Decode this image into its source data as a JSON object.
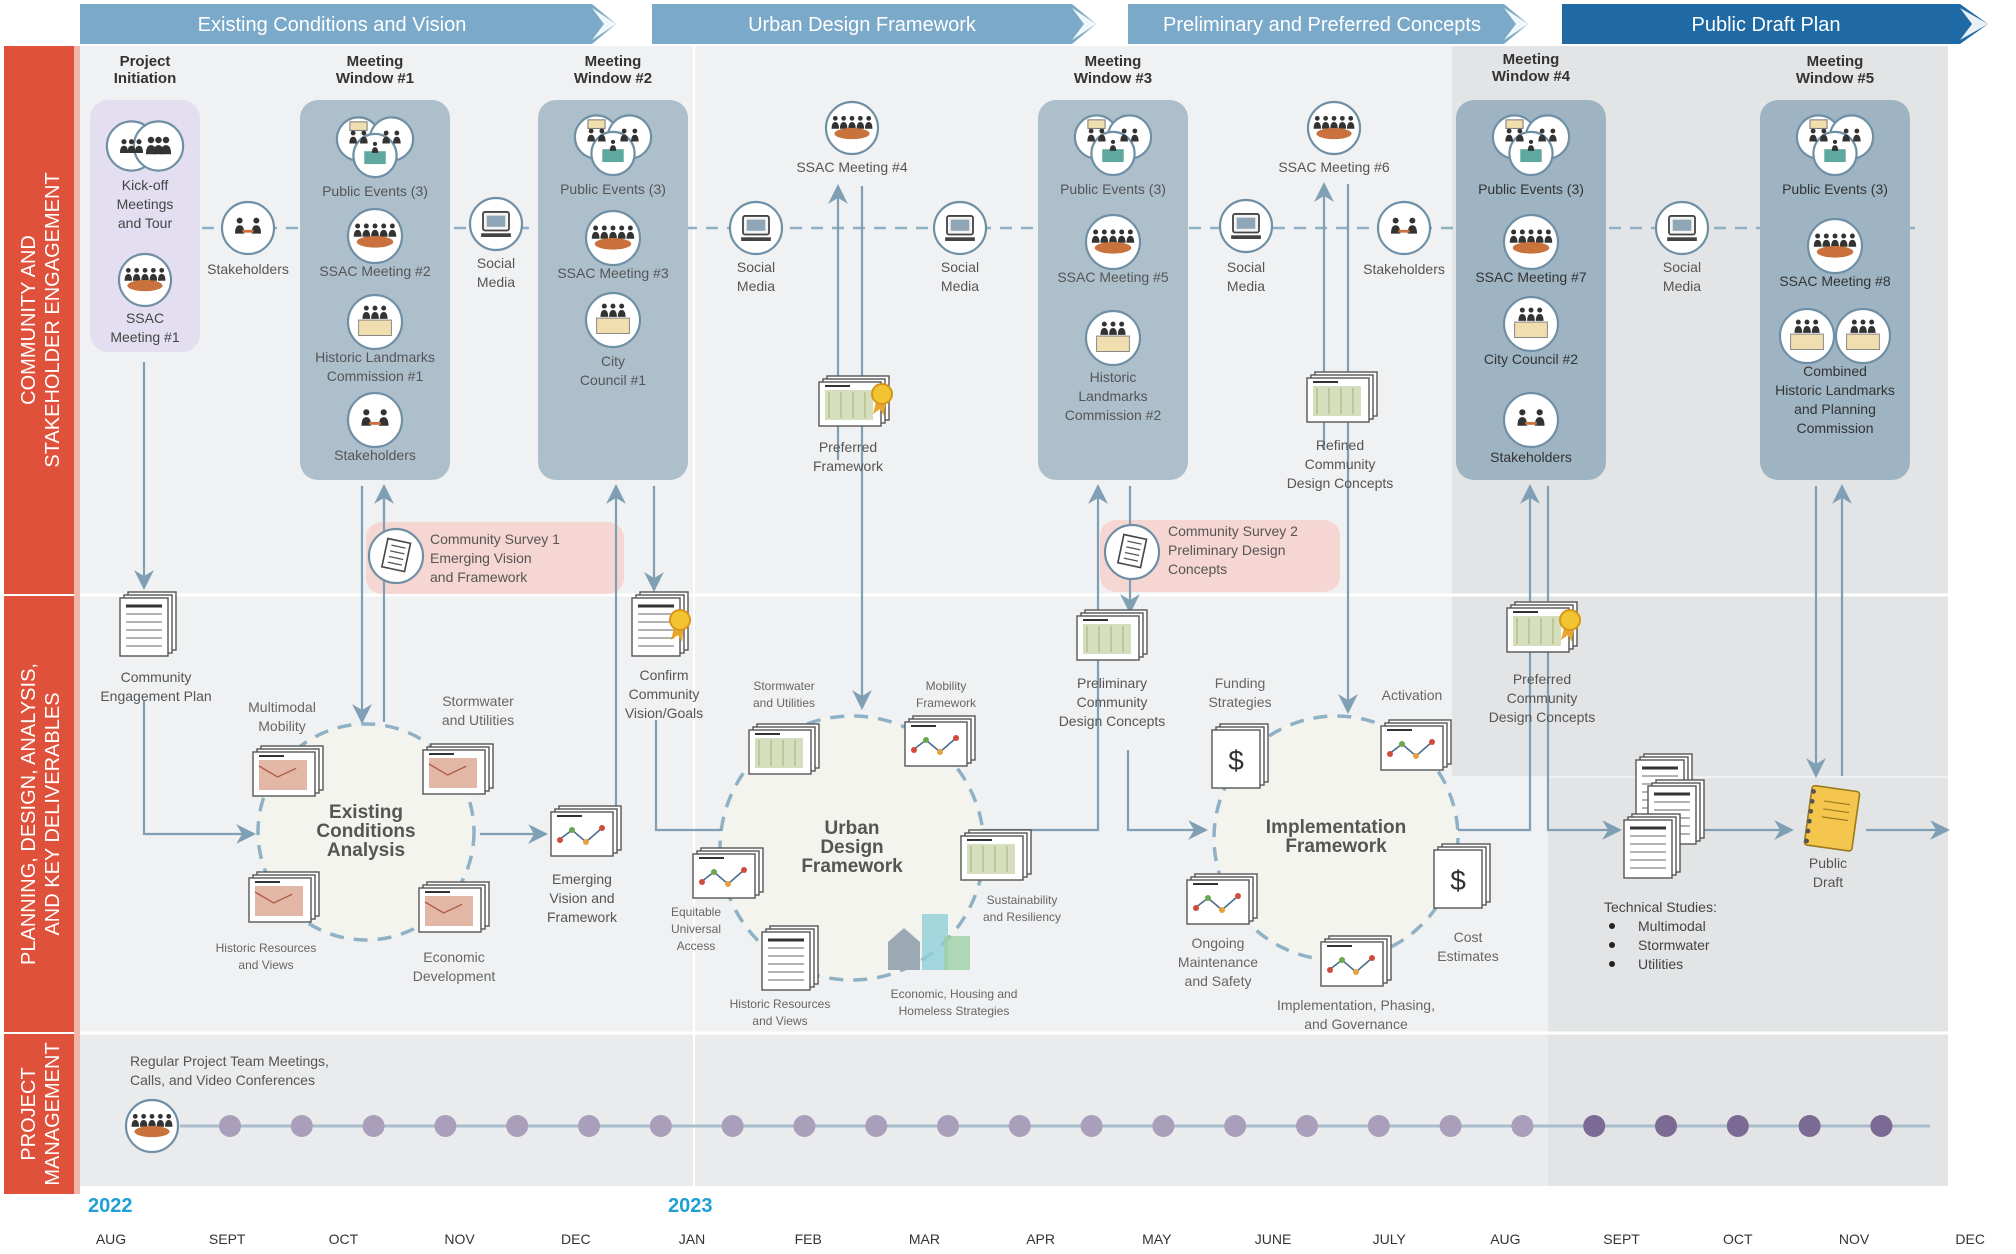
{
  "phases": [
    {
      "label": "Existing Conditions and Vision"
    },
    {
      "label": "Urban Design Framework"
    },
    {
      "label": "Preliminary and Preferred Concepts"
    },
    {
      "label": "Public Draft Plan"
    }
  ],
  "rows": [
    {
      "lines": [
        "COMMUNITY AND",
        "STAKEHOLDER ENGAGEMENT"
      ]
    },
    {
      "lines": [
        "PLANNING, DESIGN, ANALYSIS,",
        "AND KEY DELIVERABLES"
      ]
    },
    {
      "lines": [
        "PROJECT",
        "MANAGEMENT"
      ]
    }
  ],
  "windows": [
    {
      "title": [
        "Project",
        "Initiation"
      ],
      "items": [
        {
          "icon": "group-icon",
          "text": [
            "Kick-off",
            "Meetings",
            "and Tour"
          ]
        },
        {
          "icon": "meeting-table-icon",
          "text": [
            "SSAC",
            "Meeting #1"
          ]
        }
      ]
    },
    {
      "title": [
        "Meeting",
        "Window #1"
      ],
      "items": [
        {
          "icon": "public-event-icon",
          "text": [
            "Public Events (3)"
          ]
        },
        {
          "icon": "meeting-table-icon",
          "text": [
            "SSAC Meeting #2"
          ]
        },
        {
          "icon": "commission-icon",
          "text": [
            "Historic Landmarks",
            "Commission #1"
          ]
        },
        {
          "icon": "stakeholders-icon",
          "text": [
            "Stakeholders"
          ]
        }
      ]
    },
    {
      "title": [
        "Meeting",
        "Window #2"
      ],
      "items": [
        {
          "icon": "public-event-icon",
          "text": [
            "Public Events (3)"
          ]
        },
        {
          "icon": "meeting-table-icon",
          "text": [
            "SSAC Meeting #3"
          ]
        },
        {
          "icon": "commission-icon",
          "text": [
            "City",
            "Council #1"
          ]
        }
      ]
    },
    {
      "title": [
        "Meeting",
        "Window #3"
      ],
      "items": [
        {
          "icon": "public-event-icon",
          "text": [
            "Public Events (3)"
          ]
        },
        {
          "icon": "meeting-table-icon",
          "text": [
            "SSAC Meeting #5"
          ]
        },
        {
          "icon": "commission-icon",
          "text": [
            "Historic",
            "Landmarks",
            "Commission #2"
          ]
        }
      ]
    },
    {
      "title": [
        "Meeting",
        "Window #4"
      ],
      "items": [
        {
          "icon": "public-event-icon",
          "text": [
            "Public Events (3)"
          ]
        },
        {
          "icon": "meeting-table-icon",
          "text": [
            "SSAC Meeting #7"
          ]
        },
        {
          "icon": "commission-icon",
          "text": [
            "City Council #2"
          ]
        },
        {
          "icon": "stakeholders-icon",
          "text": [
            "Stakeholders"
          ]
        }
      ]
    },
    {
      "title": [
        "Meeting",
        "Window #5"
      ],
      "items": [
        {
          "icon": "public-event-icon",
          "text": [
            "Public Events (3)"
          ]
        },
        {
          "icon": "meeting-table-icon",
          "text": [
            "SSAC Meeting #8"
          ]
        },
        {
          "icon": "commission-icon",
          "text": [
            "Combined",
            "Historic Landmarks",
            "and Planning",
            "Commission"
          ]
        }
      ]
    }
  ],
  "timeline_events": [
    {
      "icon": "stakeholders-icon",
      "text": [
        "Stakeholders"
      ]
    },
    {
      "icon": "computer-icon",
      "text": [
        "Social",
        "Media"
      ]
    },
    {
      "icon": "computer-icon",
      "text": [
        "Social",
        "Media"
      ]
    },
    {
      "icon": "meeting-table-icon",
      "text": [
        "SSAC Meeting #4"
      ]
    },
    {
      "icon": "computer-icon",
      "text": [
        "Social",
        "Media"
      ]
    },
    {
      "icon": "computer-icon",
      "text": [
        "Social",
        "Media"
      ]
    },
    {
      "icon": "meeting-table-icon",
      "text": [
        "SSAC Meeting #6"
      ]
    },
    {
      "icon": "stakeholders-icon",
      "text": [
        "Stakeholders"
      ]
    },
    {
      "icon": "computer-icon",
      "text": [
        "Social",
        "Media"
      ]
    }
  ],
  "surveys": [
    {
      "icon": "survey-icon",
      "text": [
        "Community Survey 1",
        "Emerging Vision",
        "and Framework"
      ]
    },
    {
      "icon": "survey-icon",
      "text": [
        "Community Survey 2",
        "Preliminary Design",
        "Concepts"
      ]
    }
  ],
  "deliverables": [
    {
      "icon": "award-map-icon",
      "text": [
        "Preferred",
        "Framework"
      ]
    },
    {
      "icon": "concept-map-icon",
      "text": [
        "Refined",
        "Community",
        "Design Concepts"
      ]
    },
    {
      "icon": "document-icon",
      "text": [
        "Community",
        "Engagement Plan"
      ]
    },
    {
      "icon": "award-document-icon",
      "text": [
        "Confirm",
        "Community",
        "Vision/Goals"
      ]
    },
    {
      "icon": "route-map-icon",
      "text": [
        "Emerging",
        "Vision and",
        "Framework"
      ]
    },
    {
      "icon": "concept-map-icon",
      "text": [
        "Preliminary",
        "Community",
        "Design Concepts"
      ]
    },
    {
      "icon": "award-map-icon",
      "text": [
        "Preferred",
        "Community",
        "Design Concepts"
      ]
    },
    {
      "icon": "notebook-icon",
      "text": [
        "Public",
        "Draft"
      ]
    }
  ],
  "technical_studies": {
    "title": "Technical Studies:",
    "items": [
      "Multimodal",
      "Stormwater",
      "Utilities"
    ]
  },
  "hubs": [
    {
      "title": [
        "Existing",
        "Conditions",
        "Analysis"
      ],
      "items": [
        {
          "icon": "analysis-map-icon",
          "text": [
            "Multimodal",
            "Mobility"
          ]
        },
        {
          "icon": "analysis-map-icon",
          "text": [
            "Stormwater",
            "and Utilities"
          ]
        },
        {
          "icon": "analysis-map-icon",
          "text": [
            "Historic Resources",
            "and Views"
          ]
        },
        {
          "icon": "analysis-map-icon",
          "text": [
            "Economic",
            "Development"
          ]
        }
      ]
    },
    {
      "title": [
        "Urban",
        "Design",
        "Framework"
      ],
      "items": [
        {
          "icon": "concept-map-icon",
          "text": [
            "Stormwater",
            "and Utilities"
          ]
        },
        {
          "icon": "route-map-icon",
          "text": [
            "Mobility",
            "Framework"
          ]
        },
        {
          "icon": "route-map-icon",
          "text": [
            "Equitable",
            "Universal",
            "Access"
          ]
        },
        {
          "icon": "concept-map-icon",
          "text": [
            "Sustainability",
            "and Resiliency"
          ]
        },
        {
          "icon": "document-icon",
          "text": [
            "Historic Resources",
            "and Views"
          ]
        },
        {
          "icon": "buildings-icon",
          "text": [
            "Economic, Housing and",
            "Homeless Strategies"
          ]
        }
      ]
    },
    {
      "title": [
        "Implementation",
        "Framework"
      ],
      "items": [
        {
          "icon": "dollar-document-icon",
          "text": [
            "Funding",
            "Strategies"
          ]
        },
        {
          "icon": "route-map-icon",
          "text": [
            "Activation"
          ]
        },
        {
          "icon": "route-map-icon",
          "text": [
            "Ongoing",
            "Maintenance",
            "and Safety"
          ]
        },
        {
          "icon": "dollar-document-icon",
          "text": [
            "Cost",
            "Estimates"
          ]
        },
        {
          "icon": "route-map-icon",
          "text": [
            "Implementation, Phasing,",
            "and Governance"
          ]
        }
      ]
    }
  ],
  "management": {
    "icon": "meeting-table-icon",
    "text": [
      "Regular Project Team Meetings,",
      "Calls, and Video Conferences"
    ]
  },
  "years": [
    "2022",
    "2023"
  ],
  "months": [
    "AUG",
    "SEPT",
    "OCT",
    "NOV",
    "DEC",
    "JAN",
    "FEB",
    "MAR",
    "APR",
    "MAY",
    "JUNE",
    "JULY",
    "AUG",
    "SEPT",
    "OCT",
    "NOV",
    "DEC"
  ],
  "colors": {
    "phase_light": "#7aa9c9",
    "phase_dark": "#1f6aa5",
    "row_label_bg": "#e0513c",
    "window_bg": "#aebfcc",
    "initiation_bg": "#e4dff0",
    "survey_bg": "#f6d6d2",
    "year_color": "#1f9fd3",
    "arrow": "#7f9fb4",
    "dot_past": "#a99fba",
    "dot_future": "#7a6a94"
  }
}
